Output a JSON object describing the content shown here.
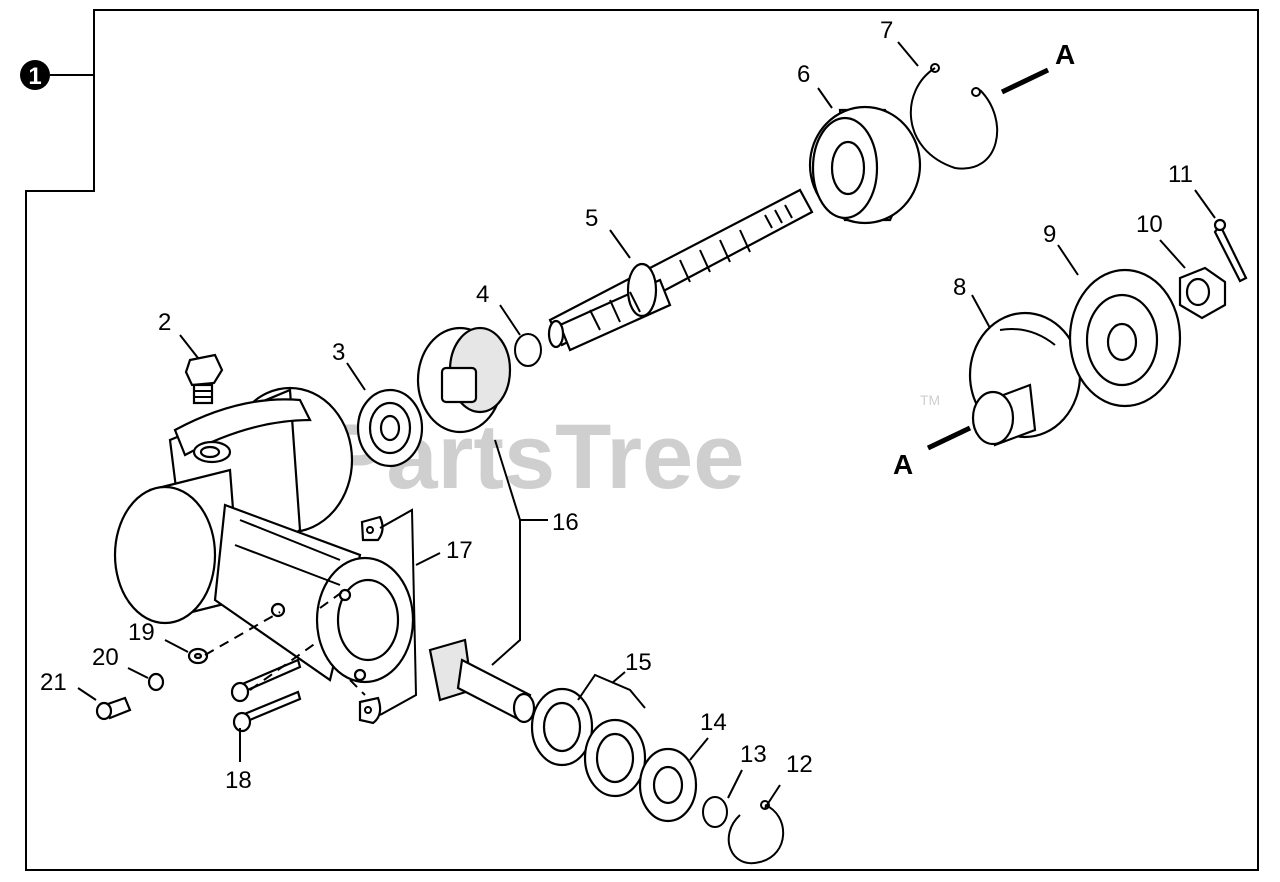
{
  "diagram": {
    "callout_number": "1",
    "watermark": "PartsTree",
    "watermark_tm": "TM",
    "reference_marker": "A",
    "parts": [
      {
        "id": "2",
        "label": "2"
      },
      {
        "id": "3",
        "label": "3"
      },
      {
        "id": "4",
        "label": "4"
      },
      {
        "id": "5",
        "label": "5"
      },
      {
        "id": "6",
        "label": "6"
      },
      {
        "id": "7",
        "label": "7"
      },
      {
        "id": "8",
        "label": "8"
      },
      {
        "id": "9",
        "label": "9"
      },
      {
        "id": "10",
        "label": "10"
      },
      {
        "id": "11",
        "label": "11"
      },
      {
        "id": "12",
        "label": "12"
      },
      {
        "id": "13",
        "label": "13"
      },
      {
        "id": "14",
        "label": "14"
      },
      {
        "id": "15",
        "label": "15"
      },
      {
        "id": "16",
        "label": "16"
      },
      {
        "id": "17",
        "label": "17"
      },
      {
        "id": "18",
        "label": "18"
      },
      {
        "id": "19",
        "label": "19"
      },
      {
        "id": "20",
        "label": "20"
      },
      {
        "id": "21",
        "label": "21"
      }
    ]
  }
}
